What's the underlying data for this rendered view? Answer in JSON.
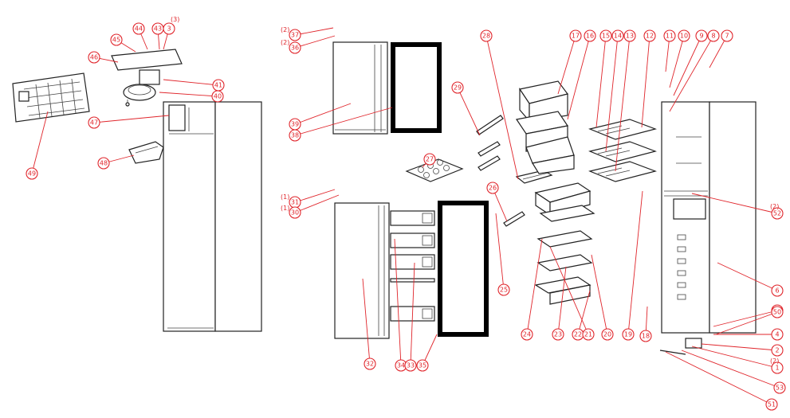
{
  "diagram": {
    "accent_color": "#e0252b",
    "line_color": "#222222",
    "callouts": [
      {
        "label": "49"
      },
      {
        "label": "46"
      },
      {
        "label": "45"
      },
      {
        "label": "44"
      },
      {
        "label": "43"
      },
      {
        "label": "3"
      },
      {
        "label": "41"
      },
      {
        "label": "40"
      },
      {
        "label": "47"
      },
      {
        "label": "48"
      },
      {
        "label": "37"
      },
      {
        "label": "36"
      },
      {
        "label": "39"
      },
      {
        "label": "38"
      },
      {
        "label": "31"
      },
      {
        "label": "30"
      },
      {
        "label": "32"
      },
      {
        "label": "34"
      },
      {
        "label": "33"
      },
      {
        "label": "35"
      },
      {
        "label": "29"
      },
      {
        "label": "28"
      },
      {
        "label": "27"
      },
      {
        "label": "26"
      },
      {
        "label": "25"
      },
      {
        "label": "24"
      },
      {
        "label": "23"
      },
      {
        "label": "22"
      },
      {
        "label": "21"
      },
      {
        "label": "20"
      },
      {
        "label": "19"
      },
      {
        "label": "18"
      },
      {
        "label": "17"
      },
      {
        "label": "16"
      },
      {
        "label": "15"
      },
      {
        "label": "14"
      },
      {
        "label": "13"
      },
      {
        "label": "12"
      },
      {
        "label": "11"
      },
      {
        "label": "10"
      },
      {
        "label": "9"
      },
      {
        "label": "8"
      },
      {
        "label": "7"
      },
      {
        "label": "6"
      },
      {
        "label": "5"
      },
      {
        "label": "4"
      },
      {
        "label": "2"
      },
      {
        "label": "1"
      },
      {
        "label": "53"
      },
      {
        "label": "51"
      },
      {
        "label": "52"
      },
      {
        "label": "50"
      }
    ],
    "quantities": [
      {
        "text": "(3)"
      },
      {
        "text": "(2)"
      },
      {
        "text": "(2)"
      },
      {
        "text": "(1)"
      },
      {
        "text": "(1)"
      },
      {
        "text": "(2)"
      },
      {
        "text": "(2)"
      }
    ]
  }
}
